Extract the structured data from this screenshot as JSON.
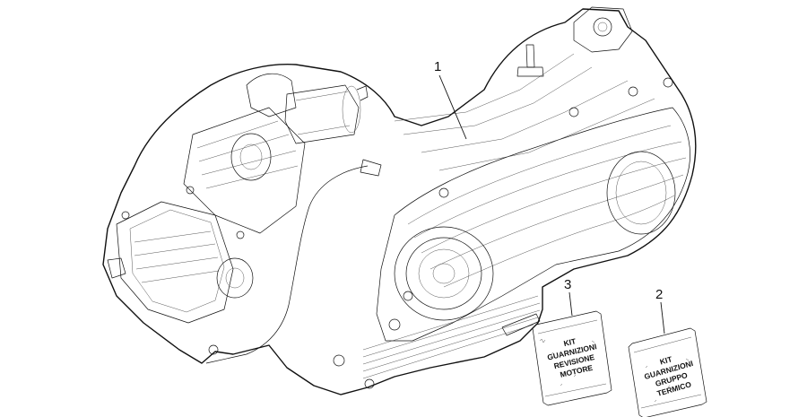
{
  "callouts": {
    "engine": "1",
    "kit_gruppo": "2",
    "kit_motore": "3"
  },
  "bags": {
    "motore": {
      "line1": "KIT",
      "line2": "GUARNIZIONI",
      "line3": "REVISIONE",
      "line4": "MOTORE"
    },
    "gruppo": {
      "line1": "KIT",
      "line2": "GUARNIZIONI",
      "line3": "GRUPPO",
      "line4": "TERMICO"
    }
  },
  "colors": {
    "stroke": "#111111",
    "background": "#ffffff"
  }
}
